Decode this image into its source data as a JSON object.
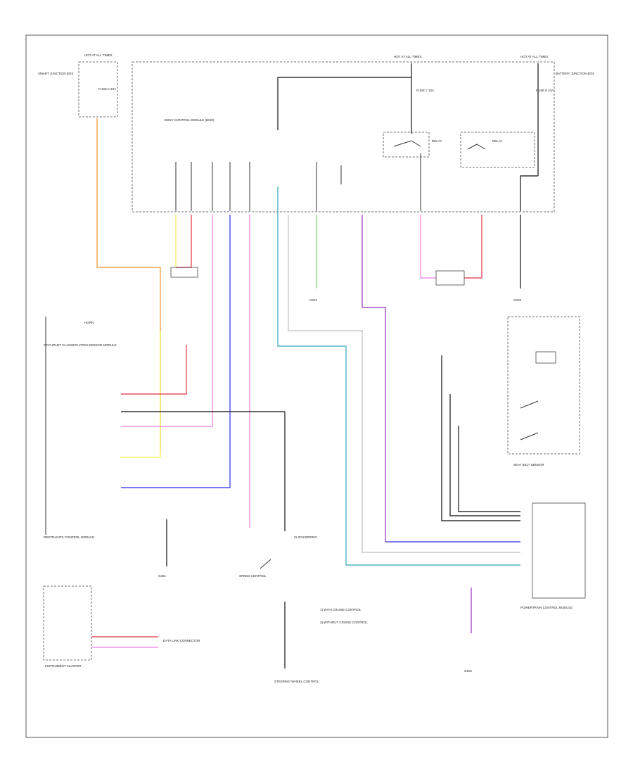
{
  "diagram": {
    "footer_code": "",
    "colors": {
      "orange": "#f5a14a",
      "yellow": "#f2f06a",
      "red": "#e8505f",
      "pink": "#f290e6",
      "blue": "#4a4ef0",
      "green": "#8fd982",
      "cyan": "#4fb3c6",
      "purple": "#a24fc6",
      "black": "#333333",
      "gray": "#c9c9c9"
    },
    "texts": {
      "bcm_label": "BODY CONTROL MODULE (BCM)",
      "hot_at_left": "HOT AT ALL TIMES",
      "hot_at_mid": "HOT AT ALL TIMES",
      "hot_at_right": "HOT AT ALL TIMES",
      "fuse_left": "FUSE 2 10A",
      "fuse_mid": "FUSE 7 10A",
      "fuse_right": "FUSE 8 10A",
      "smart_jb": "SMART JUNCTION BOX",
      "batt_box": "BATTERY JUNCTION BOX",
      "relay_left": "RELAY",
      "relay_right": "RELAY",
      "gnd_mid": "G201",
      "gnd_right": "G203",
      "gnd_bottom_right": "G102",
      "gnd_restraint": "G301",
      "occupant_module": "OCCUPANT CLASSIFICATION SENSOR MODULE",
      "restraint_module": "RESTRAINTS CONTROL MODULE",
      "steering_module": "STEERING WHEEL CONTROL",
      "clockspring": "CLOCKSPRING",
      "speed_control": "SPEED CONTROL",
      "belt_sensor": "SEAT BELT SENSOR",
      "powertrain_module": "POWERTRAIN CONTROL MODULE",
      "legend_1": "1) WITH CRUISE CONTROL",
      "legend_2": "2) WITHOUT CRUISE CONTROL",
      "instrument_cluster": "INSTRUMENT CLUSTER",
      "horn": "HORN",
      "data_link": "DATA LINK CONNECTOR"
    }
  }
}
